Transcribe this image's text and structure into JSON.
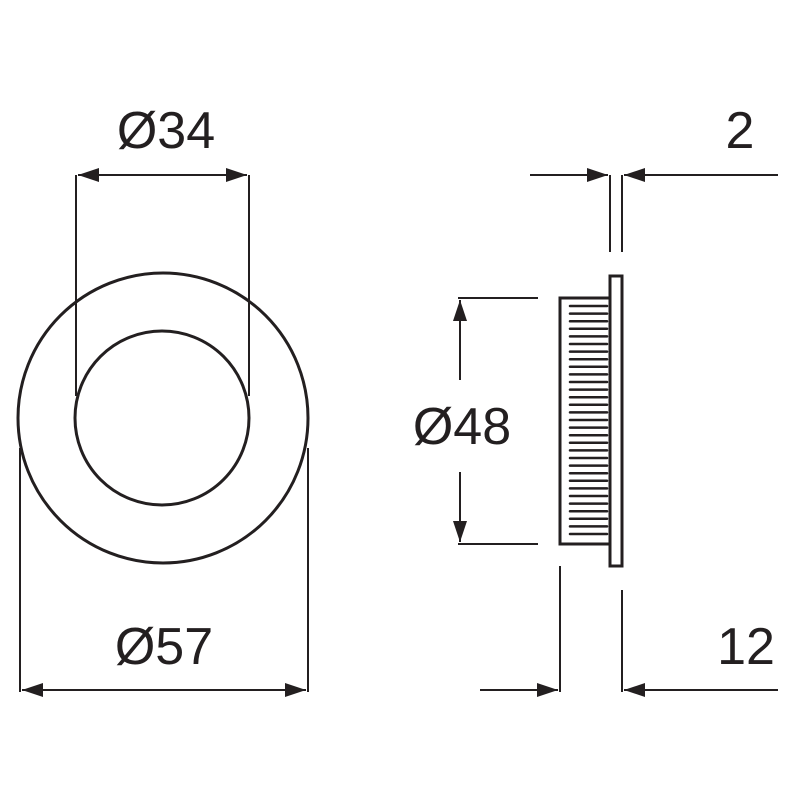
{
  "labels": {
    "inner_diameter": "Ø34",
    "outer_diameter": "Ø57",
    "body_diameter": "Ø48",
    "flange_thickness": "2",
    "total_depth": "12"
  },
  "colors": {
    "line": "#231f20",
    "background": "#ffffff"
  }
}
